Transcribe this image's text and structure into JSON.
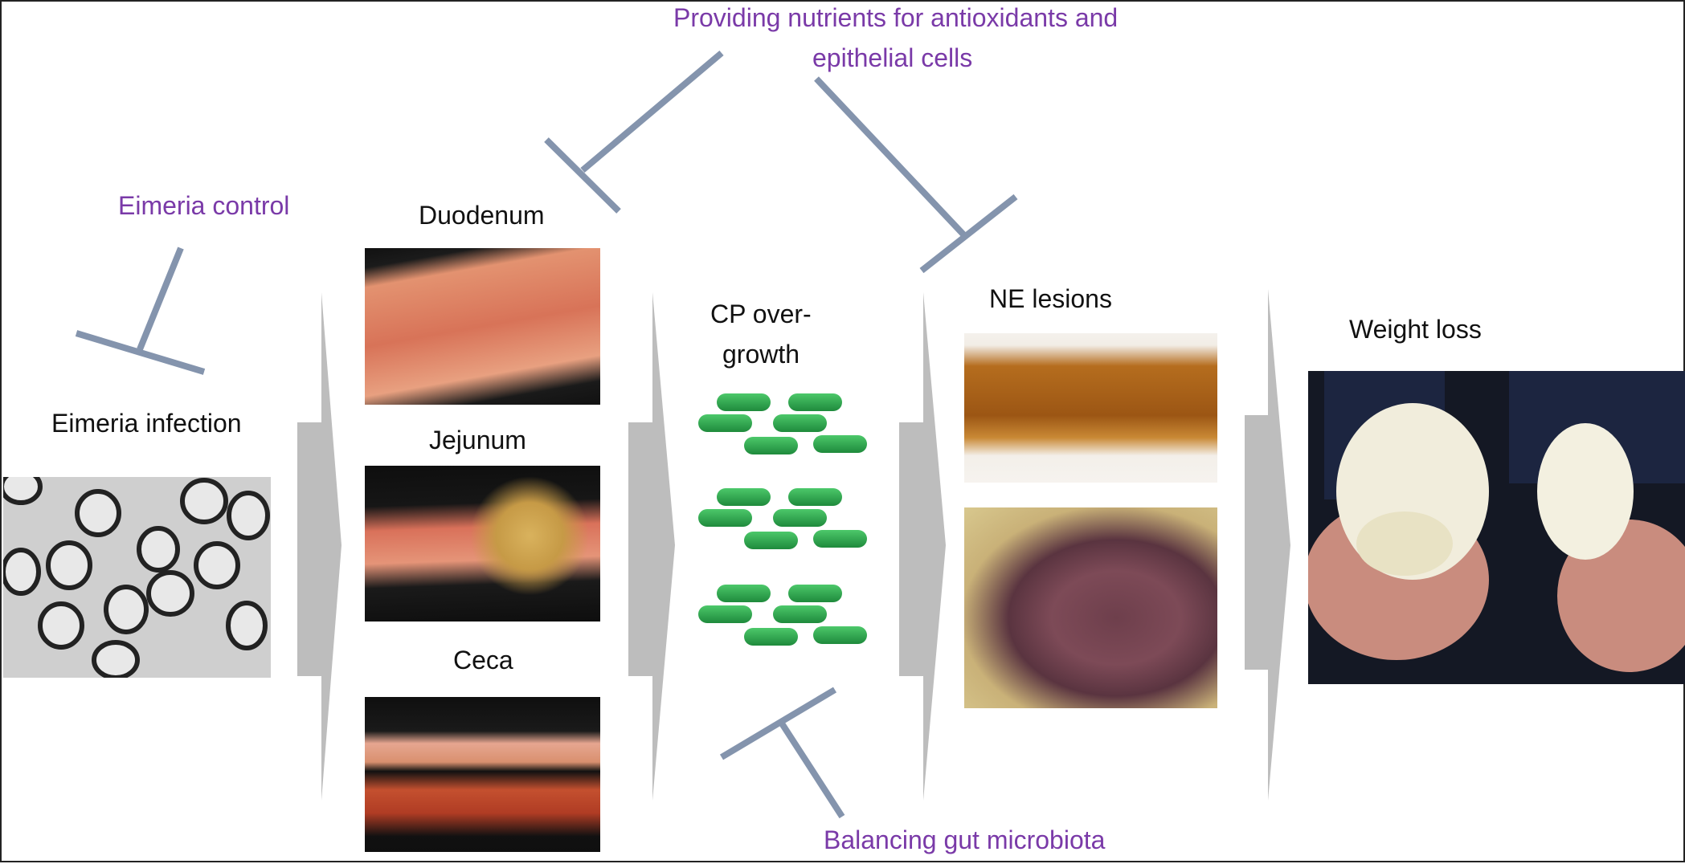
{
  "labels": {
    "providing_line1": "Providing nutrients for antioxidants and",
    "providing_line2": "epithelial cells",
    "eimeria_control": "Eimeria control",
    "balancing": "Balancing gut microbiota",
    "eimeria_infection": "Eimeria infection",
    "duodenum": "Duodenum",
    "jejunum": "Jejunum",
    "ceca": "Ceca",
    "cp_line1": "CP over-",
    "cp_line2": "growth",
    "ne_lesions": "NE lesions",
    "weight_loss": "Weight loss"
  },
  "colors": {
    "inhibitor": "#8494ad",
    "arrow": "#bdbdbd",
    "intervention_text": "#7a3aa8",
    "bacteria": "#2fa44f"
  }
}
